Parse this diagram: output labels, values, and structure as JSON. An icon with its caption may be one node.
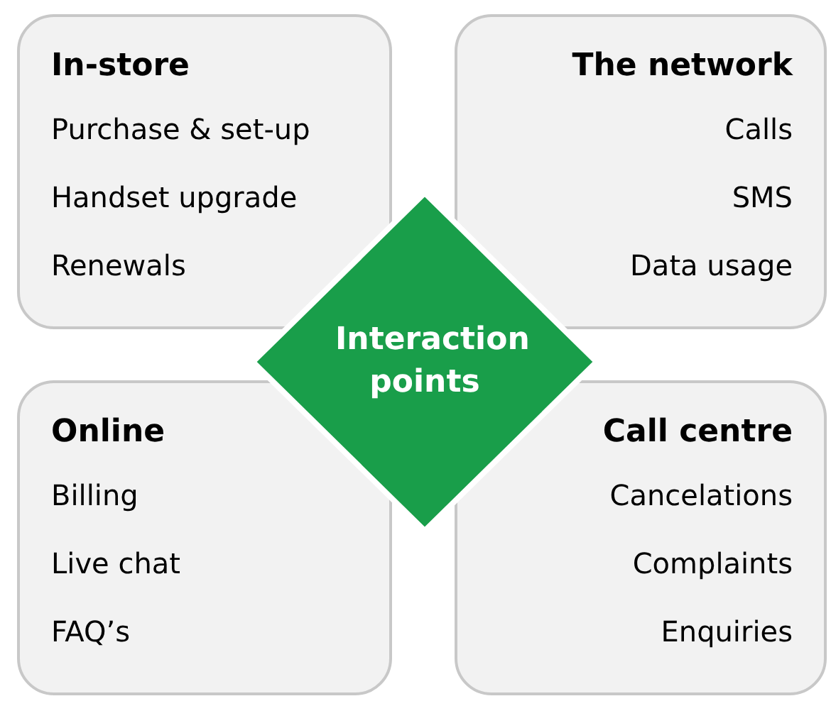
{
  "diagram": {
    "nodes": [
      {
        "text": [
          "In-store",
          "Purchase & set-up",
          "Handset upgrade",
          "Renewals"
        ]
      },
      {
        "text": [
          "The network",
          "Calls",
          "SMS",
          "Data usage"
        ]
      },
      {
        "text": [
          "Interaction points"
        ]
      },
      {
        "text": [
          "Online",
          "Billing",
          "Live chat",
          "FAQ’s"
        ]
      },
      {
        "text": [
          "Call centre",
          "Cancelations",
          "Complaints",
          "Enquiries"
        ]
      }
    ],
    "edges": []
  }
}
